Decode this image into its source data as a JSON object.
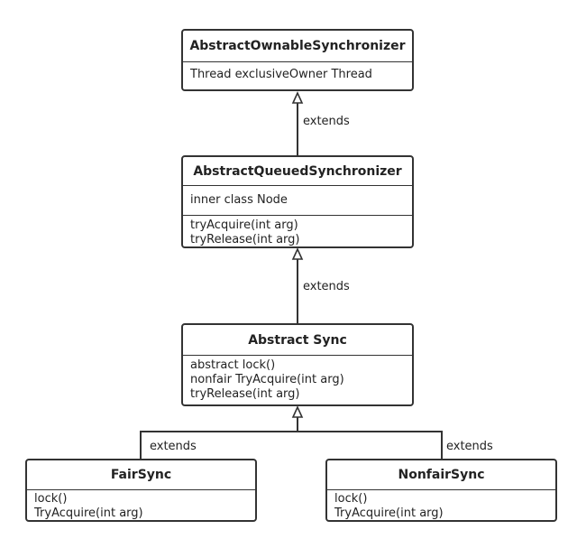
{
  "classes": {
    "aos": {
      "name": "AbstractOwnableSynchronizer",
      "fields": [
        "Thread exclusiveOwner Thread"
      ]
    },
    "aqs": {
      "name": "AbstractQueuedSynchronizer",
      "fields": [
        "inner class Node"
      ],
      "methods": [
        "tryAcquire(int arg)",
        "tryRelease(int arg)"
      ]
    },
    "sync": {
      "name": "Abstract Sync",
      "methods": [
        "abstract lock()",
        "nonfair TryAcquire(int arg)",
        "tryRelease(int arg)"
      ]
    },
    "fair": {
      "name": "FairSync",
      "methods": [
        "lock()",
        "TryAcquire(int arg)"
      ]
    },
    "nonfair": {
      "name": "NonfairSync",
      "methods": [
        "lock()",
        "TryAcquire(int arg)"
      ]
    }
  },
  "edges": [
    {
      "from": "aqs",
      "to": "aos",
      "label": "extends"
    },
    {
      "from": "sync",
      "to": "aqs",
      "label": "extends"
    },
    {
      "from": "fair",
      "to": "sync",
      "label": "extends"
    },
    {
      "from": "nonfair",
      "to": "sync",
      "label": "extends"
    }
  ]
}
